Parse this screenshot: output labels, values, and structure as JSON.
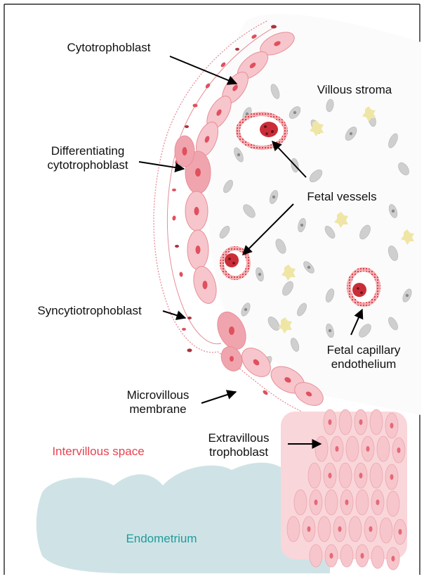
{
  "figure": {
    "labels": {
      "cytotrophoblast": "Cytotrophoblast",
      "villous_stroma": "Villous stroma",
      "differentiating_cytotrophoblast": "Differentiating\ncytotrophoblast",
      "fetal_vessels": "Fetal vessels",
      "syncytiotrophoblast": "Syncytiotrophoblast",
      "fetal_capillary_endothelium": "Fetal capillary\nendothelium",
      "microvillous_membrane": "Microvillous\nmembrane",
      "intervillous_space": "Intervillous space",
      "extravillous_trophoblast": "Extravillous\ntrophoblast",
      "endometrium": "Endometrium"
    },
    "colors": {
      "cell_fill": "#f6c6cc",
      "cell_stroke": "#e88d97",
      "nucleus": "#e0505e",
      "vessel": "#d9363f",
      "stroma_cell": "#c9c9c9",
      "stroma_yellow": "#efe6a6",
      "endometrium": "#cfe3e6",
      "label_red": "#e8434f",
      "label_teal": "#1f9b9b"
    }
  }
}
